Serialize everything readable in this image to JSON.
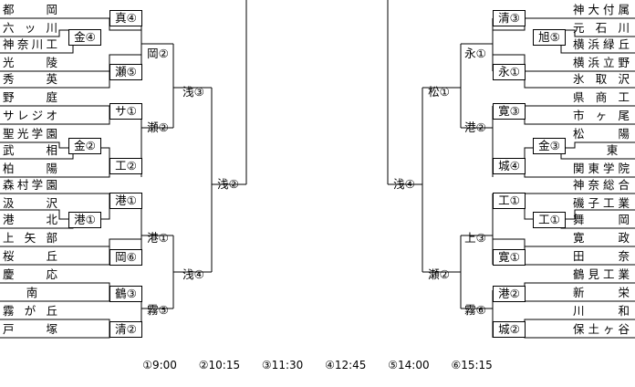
{
  "left_teams": [
    "都岡",
    "六ッ川",
    "神奈川工",
    "光陵",
    "秀英",
    "野庭",
    "サレジオ",
    "聖光学園",
    "武相",
    "柏陽",
    "森村学園",
    "汲沢",
    "港北",
    "上矢部",
    "桜丘",
    "慶応",
    "南",
    "霧が丘",
    "戸塚"
  ],
  "right_teams": [
    "神大付属",
    "元石川",
    "横浜緑丘",
    "横浜立野",
    "氷取沢",
    "県商工",
    "市ヶ尾",
    "松陽",
    "東",
    "関東学院",
    "神奈総合",
    "磯子工業",
    "舞岡",
    "寛政",
    "田奈",
    "鶴見工業",
    "新栄",
    "川和",
    "保土ヶ谷"
  ],
  "results": {
    "l_r1_a": "金④",
    "l_r2_a": "真④",
    "l_r2_b": "瀬⑤",
    "l_r3_a": "岡②",
    "l_r2_c": "サ①",
    "l_r1_b": "金②",
    "l_r2_d": "工②",
    "l_r3_b": "瀬②",
    "l_qf_a": "浅③",
    "l_r2_e": "港①",
    "l_r1_c": "港①",
    "l_r2_f": "岡⑥",
    "l_r3_c": "港①",
    "l_r2_g": "鶴③",
    "l_r2_h": "清②",
    "l_r3_d": "霧⑤",
    "l_qf_b": "浅④",
    "l_sf": "浅②",
    "r_r2_a": "清③",
    "r_r1_a": "旭⑤",
    "r_r2_b": "永①",
    "r_r3_a": "永①",
    "r_r2_c": "寛③",
    "r_r1_b": "金③",
    "r_r2_d": "城④",
    "r_r3_b": "港②",
    "r_qf_a": "松①",
    "r_r2_e": "工①",
    "r_r1_c": "工①",
    "r_r2_f": "寛①",
    "r_r3_c": "上③",
    "r_r2_g": "港②",
    "r_r2_h": "城②",
    "r_r3_d": "霧⑥",
    "r_qf_b": "瀬②",
    "r_sf": "浅④"
  },
  "legend": [
    "①9:00",
    "②10:15",
    "③11:30",
    "④12:45",
    "⑤14:00",
    "⑥15:15"
  ]
}
